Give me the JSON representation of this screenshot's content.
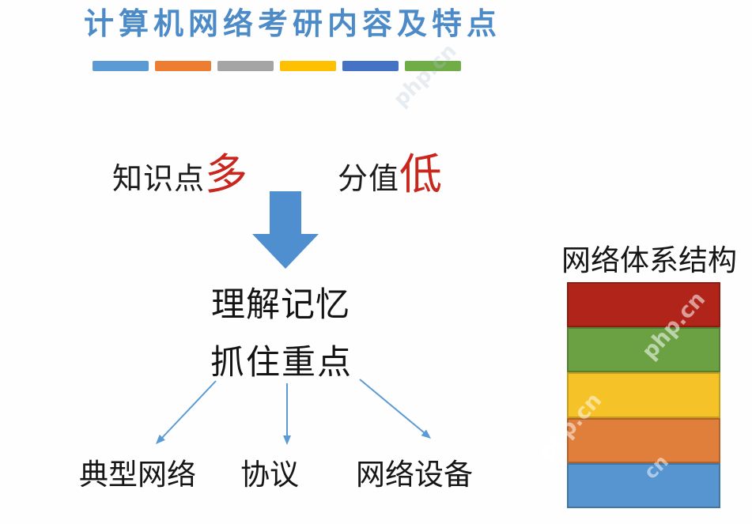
{
  "slide_title": "计算机网络考研内容及特点",
  "divider": {
    "colors": [
      "#5b9bd5",
      "#ed7d31",
      "#a5a5a5",
      "#ffc000",
      "#4472c4",
      "#70ad47"
    ]
  },
  "points": {
    "knowledge": {
      "label": "知识点",
      "emphasis": "多"
    },
    "score": {
      "label": "分值",
      "emphasis": "低"
    }
  },
  "conclusion": {
    "line1": "理解记忆",
    "line2": "抓住重点"
  },
  "branches": [
    {
      "label": "典型网络"
    },
    {
      "label": "协议"
    },
    {
      "label": "网络设备"
    }
  ],
  "layer_chart": {
    "title": "网络体系结构",
    "segments": [
      {
        "name": "layer-1",
        "color": "#b02419",
        "border": "#8c1c11"
      },
      {
        "name": "layer-2",
        "color": "#6ba043",
        "border": "#557f32"
      },
      {
        "name": "layer-3",
        "color": "#f5c328",
        "border": "#c59c1c"
      },
      {
        "name": "layer-4",
        "color": "#e07f3c",
        "border": "#b2622a"
      },
      {
        "name": "layer-5",
        "color": "#5795d0",
        "border": "#44769f"
      }
    ]
  },
  "watermarks": [
    {
      "text": "php.cn"
    },
    {
      "text": "php.cn"
    },
    {
      "text": "php.cn"
    },
    {
      "text": "cn"
    }
  ],
  "colors": {
    "title": "#4c8bc7",
    "text": "#1c1c1c",
    "emphasis": "#c9261d",
    "big_arrow": "#4f8fd0",
    "thin_arrow": "#5b9bd5"
  }
}
